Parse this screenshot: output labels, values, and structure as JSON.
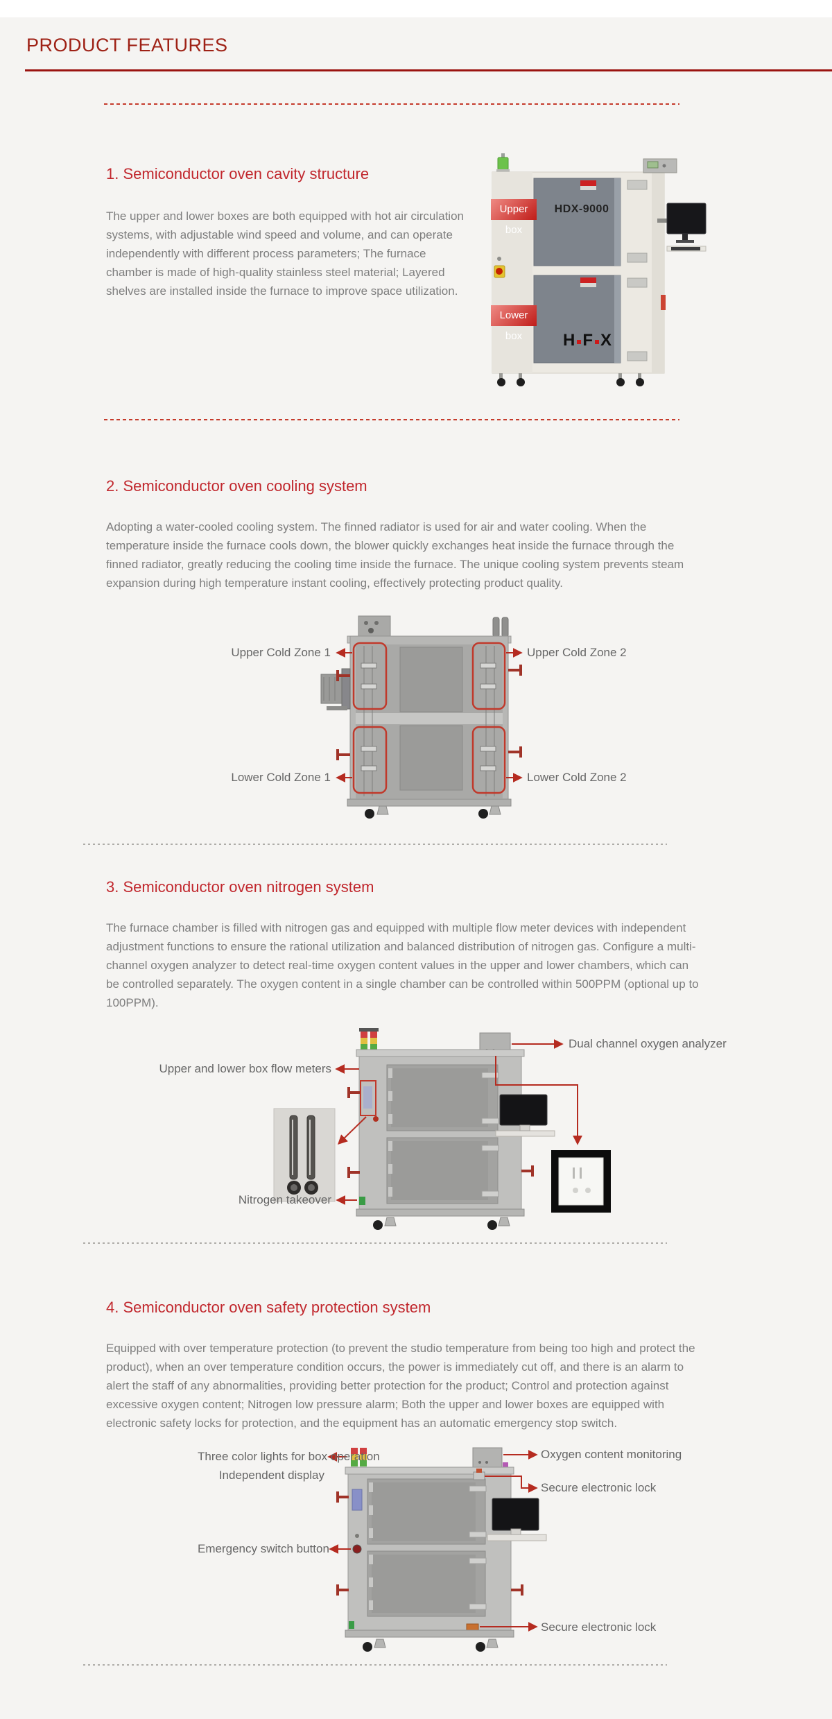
{
  "header": {
    "title": "PRODUCT FEATURES"
  },
  "colors": {
    "page_background": "#f5f4f2",
    "title_red": "#9e2115",
    "heading_red": "#c1272d",
    "body_gray": "#7e7e7e",
    "label_gray": "#666666",
    "annotation_red": "#b52b20",
    "banner_red": "#c01c18"
  },
  "sections": {
    "s1": {
      "heading": "1. Semiconductor oven cavity structure",
      "body": "The upper and lower boxes are both equipped with hot air circulation systems, with adjustable wind speed and volume, and can operate independently with different process parameters; The furnace chamber is made of high-quality stainless steel material; Layered shelves are installed inside the furnace to improve space utilization."
    },
    "s2": {
      "heading": "2. Semiconductor oven cooling system",
      "body": "Adopting a water-cooled cooling system. The finned radiator is used for air and water cooling. When the temperature inside the furnace cools down, the blower quickly exchanges heat inside the furnace through the finned radiator, greatly reducing the cooling time inside the furnace. The unique cooling system prevents steam expansion during high temperature instant cooling, effectively protecting product quality."
    },
    "s3": {
      "heading": "3. Semiconductor oven nitrogen system",
      "body": "The furnace chamber is filled with nitrogen gas and equipped with multiple flow meter devices with independent adjustment functions to ensure the rational utilization and balanced distribution of nitrogen gas. Configure a multi-channel oxygen analyzer to detect real-time oxygen content values in the upper and lower chambers, which can be controlled separately. The oxygen content in a single chamber can be controlled within 500PPM (optional up to 100PPM)."
    },
    "s4": {
      "heading": "4. Semiconductor oven safety protection system",
      "body": "Equipped with over temperature protection (to prevent the studio temperature from being too high and protect the product), when an over temperature condition occurs, the power is immediately cut off, and there is an alarm to alert the staff of any abnormalities, providing better protection for the product; Control and protection against excessive oxygen content; Nitrogen low pressure alarm; Both the upper and lower boxes are equipped with electronic safety locks for protection, and the equipment has an automatic emergency stop switch."
    }
  },
  "fig1": {
    "model": "HDX-9000",
    "brand_h": "H",
    "brand_f": "F",
    "brand_x": "X",
    "upper_box": "Upper box",
    "lower_box": "Lower box"
  },
  "fig2": {
    "zone_upper_left": "Upper Cold Zone 1",
    "zone_upper_right": "Upper Cold Zone 2",
    "zone_lower_left": "Lower Cold Zone 1",
    "zone_lower_right": "Lower Cold Zone 2"
  },
  "fig3": {
    "analyzer": "Dual channel oxygen analyzer",
    "flow_meters": "Upper and lower box flow meters",
    "nitrogen": "Nitrogen takeover"
  },
  "fig4": {
    "lights": "Three color lights for box operation",
    "display": "Independent display",
    "oxygen": "Oxygen content monitoring",
    "lock_top": "Secure electronic lock",
    "emergency": "Emergency switch button",
    "lock_bottom": "Secure electronic lock"
  }
}
